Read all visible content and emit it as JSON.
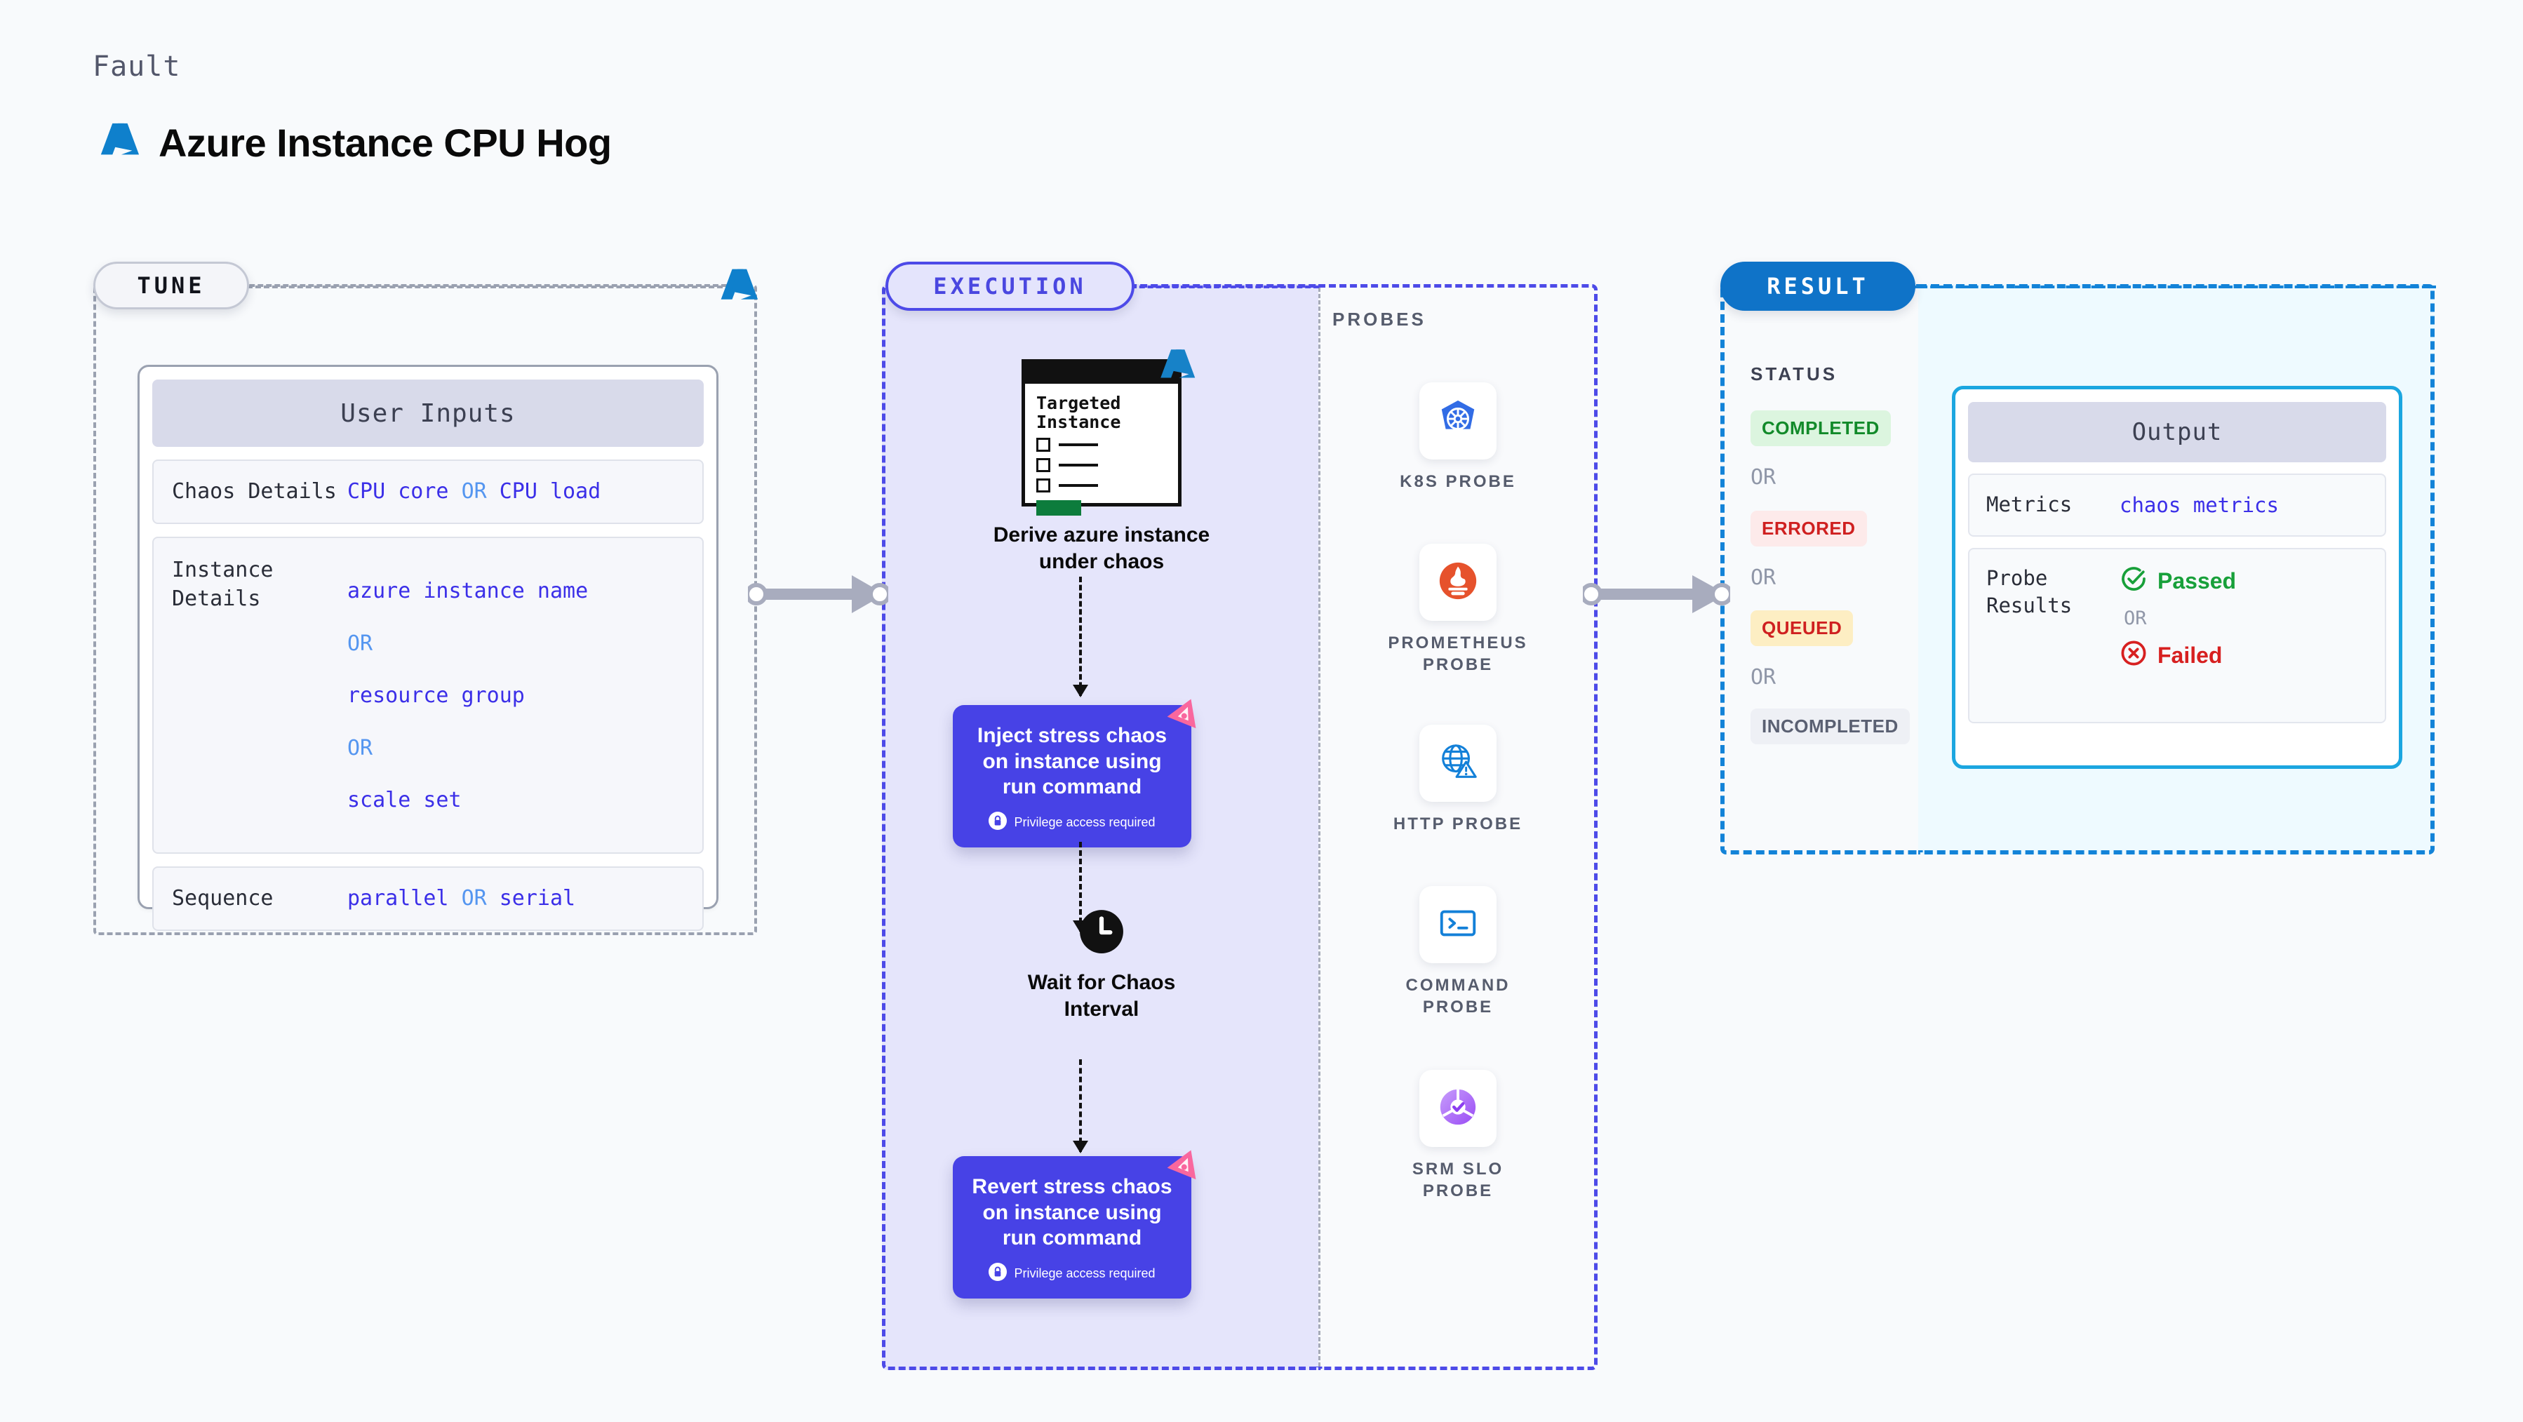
{
  "header": {
    "kicker": "Fault",
    "title": "Azure Instance CPU Hog",
    "logo_icon": "azure-logo-icon"
  },
  "tune": {
    "pill_label": "TUNE",
    "azure_icon": "azure-logo-icon",
    "card_title": "User Inputs",
    "rows": [
      {
        "label": "Chaos Details",
        "values": [
          {
            "text": "CPU core",
            "kind": "value"
          },
          {
            "text": "OR",
            "kind": "or"
          },
          {
            "text": "CPU load",
            "kind": "value"
          }
        ],
        "layout": "inline"
      },
      {
        "label": "Instance\nDetails",
        "values": [
          {
            "text": "azure instance name",
            "kind": "value"
          },
          {
            "text": "OR",
            "kind": "or"
          },
          {
            "text": "resource group",
            "kind": "value"
          },
          {
            "text": "OR",
            "kind": "or"
          },
          {
            "text": "scale set",
            "kind": "value"
          }
        ],
        "layout": "stacked"
      },
      {
        "label": "Sequence",
        "values": [
          {
            "text": "parallel",
            "kind": "value"
          },
          {
            "text": "OR",
            "kind": "or"
          },
          {
            "text": "serial",
            "kind": "value"
          }
        ],
        "layout": "inline"
      }
    ]
  },
  "execution": {
    "pill_label": "EXECUTION",
    "instance_card": {
      "line1": "Targeted",
      "line2": "Instance",
      "azure_icon": "azure-logo-icon"
    },
    "derive_label": "Derive azure instance\nunder chaos",
    "inject_card": {
      "text": "Inject stress chaos\non instance using\nrun command",
      "privilege_note": "Privilege access required",
      "privilege_icon": "lock-icon",
      "badge_icon": "litmus-badge-icon"
    },
    "wait_node": {
      "icon": "clock-icon",
      "label": "Wait for Chaos\nInterval"
    },
    "revert_card": {
      "text": "Revert stress chaos\non instance using\nrun command",
      "privilege_note": "Privilege access required",
      "privilege_icon": "lock-icon",
      "badge_icon": "litmus-badge-icon"
    }
  },
  "probes": {
    "section_label": "PROBES",
    "items": [
      {
        "name": "K8S PROBE",
        "icon": "kubernetes-icon"
      },
      {
        "name": "PROMETHEUS\nPROBE",
        "icon": "prometheus-icon"
      },
      {
        "name": "HTTP PROBE",
        "icon": "http-globe-warning-icon"
      },
      {
        "name": "COMMAND\nPROBE",
        "icon": "terminal-icon"
      },
      {
        "name": "SRM SLO\nPROBE",
        "icon": "srm-slo-donut-icon"
      }
    ]
  },
  "result": {
    "pill_label": "RESULT",
    "status_label": "STATUS",
    "statuses": [
      {
        "label": "COMPLETED",
        "bg": "#dcf5df",
        "fg": "#128a2a"
      },
      {
        "label": "ERRORED",
        "bg": "#fdeaea",
        "fg": "#cf2020"
      },
      {
        "label": "QUEUED",
        "bg": "#fdeec3",
        "fg": "#cf2020"
      },
      {
        "label": "INCOMPLETED",
        "bg": "#eef0f5",
        "fg": "#5a6072"
      }
    ],
    "separator": "OR",
    "output": {
      "card_title": "Output",
      "metrics_label": "Metrics",
      "metrics_value": "chaos metrics",
      "probe_results_label": "Probe\nResults",
      "passed_label": "Passed",
      "passed_icon": "check-circle-icon",
      "failed_label": "Failed",
      "failed_icon": "x-circle-icon",
      "separator": "OR"
    }
  },
  "colors": {
    "accent_purple": "#4742e6",
    "accent_blue": "#0f73c8",
    "azure_blue": "#0f80cc",
    "value_blue": "#3b2fe8",
    "or_blue": "#5596f0",
    "pink_badge": "#f9679e"
  }
}
